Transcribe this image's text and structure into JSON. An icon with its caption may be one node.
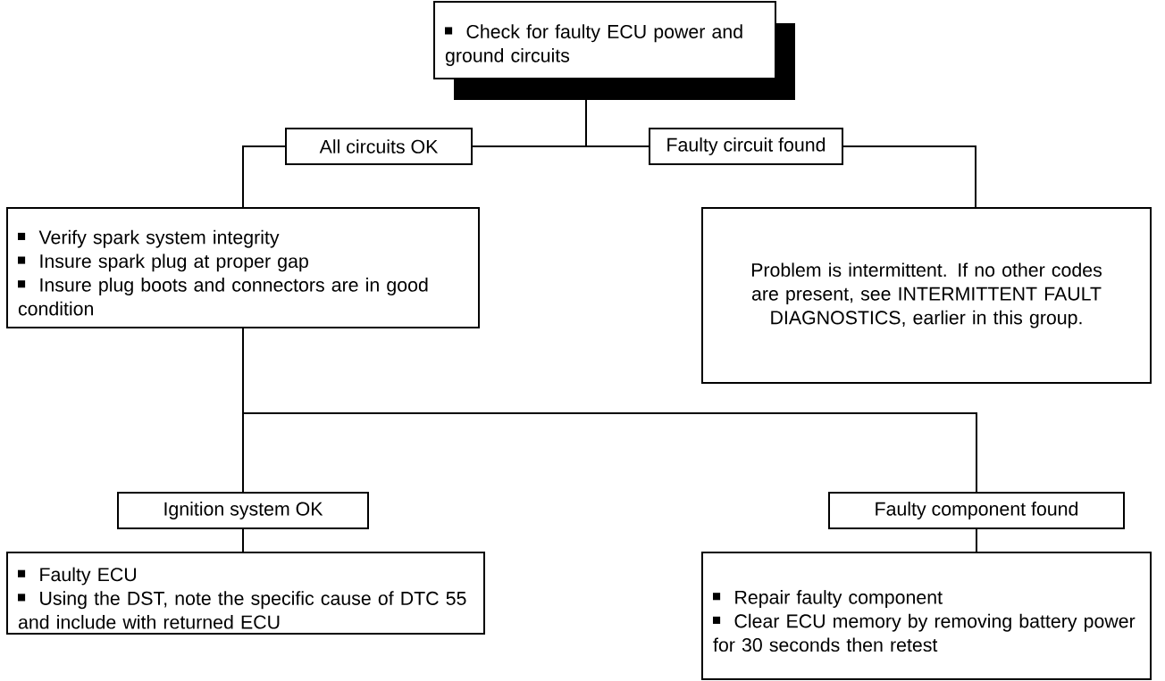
{
  "diagram": {
    "nodes": [
      {
        "text": [
          "Check for faulty ECU power and ground circuits"
        ]
      },
      {
        "text": [
          "All circuits OK"
        ]
      },
      {
        "text": [
          "Faulty circuit found"
        ]
      },
      {
        "text": [
          "Verify spark system integrity",
          "Insure spark plug at proper gap",
          "Insure plug boots and connectors are in good condition"
        ]
      },
      {
        "text": [
          "Problem is intermittent. If no other codes are present, see INTERMITTENT FAULT DIAGNOSTICS, earlier in this group."
        ]
      },
      {
        "text": [
          "Ignition system OK"
        ]
      },
      {
        "text": [
          "Faulty component found"
        ]
      },
      {
        "text": [
          "Faulty ECU",
          "Using the DST, note the specific cause of DTC 55 and include with returned ECU"
        ]
      },
      {
        "text": [
          "Repair faulty component",
          "Clear ECU memory by removing battery power for 30 seconds then retest"
        ]
      }
    ],
    "edges": [
      {
        "from": 0,
        "to": 1,
        "arrow": "none"
      },
      {
        "from": 0,
        "to": 2,
        "arrow": "none"
      },
      {
        "from": 1,
        "to": 3,
        "arrow": "none"
      },
      {
        "from": 2,
        "to": 4,
        "arrow": "none"
      },
      {
        "from": 3,
        "to": 5,
        "arrow": "none"
      },
      {
        "from": 3,
        "to": 6,
        "arrow": "none"
      },
      {
        "from": 5,
        "to": 7,
        "arrow": "none"
      },
      {
        "from": 6,
        "to": 8,
        "arrow": "none"
      }
    ]
  }
}
